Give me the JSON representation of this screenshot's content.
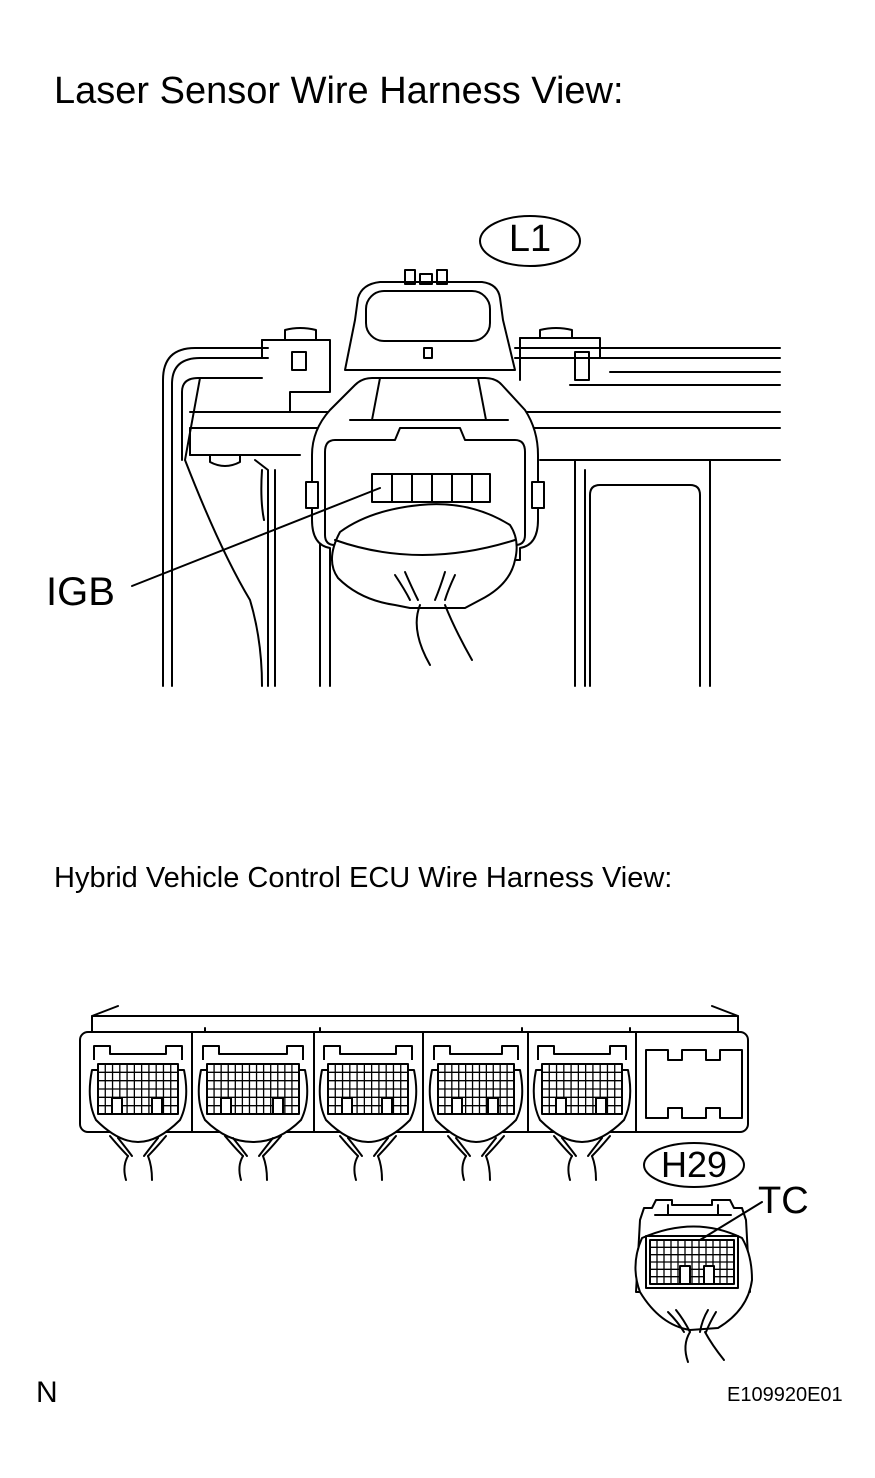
{
  "title_laser": "Laser Sensor Wire Harness View:",
  "title_ecu": "Hybrid Vehicle Control ECU  Wire Harness View:",
  "connector_laser": "L1",
  "connector_ecu": "H29",
  "terminal_laser": "IGB",
  "terminal_ecu": "TC",
  "corner_letter": "N",
  "figure_code": "E109920E01"
}
